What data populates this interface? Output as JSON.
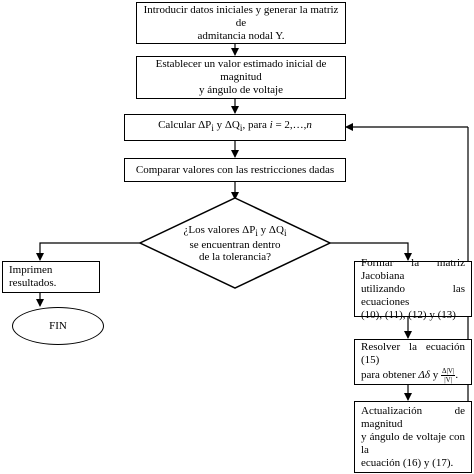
{
  "nodes": {
    "step1": {
      "line1": "Introducir datos iniciales y generar la matriz de",
      "line2": "admitancia nodal Y."
    },
    "step2": {
      "line1": "Establecer un valor estimado inicial de magnitud",
      "line2": "y ángulo de voltaje"
    },
    "step3": {
      "prefix": "Calcular",
      "dp": "ΔP",
      "sub_i": "i",
      "conj": "y",
      "dq": "ΔQ",
      "suffix": ", para",
      "i_var": "i",
      "range": " = 2,…,",
      "n_var": "n"
    },
    "step4": {
      "text": "Comparar valores con las restricciones dadas"
    },
    "decision": {
      "line1_pre": "¿Los valores",
      "line1_mid": "y",
      "line2": "se encuentran dentro",
      "line3": "de la tolerancia?"
    },
    "yes_branch": {
      "text": "Imprimen resultados."
    },
    "end": {
      "text": "FIN"
    },
    "jacobian": {
      "line1": "Formar la matriz Jacobiana",
      "line2": "utilizando las ecuaciones",
      "line3": "(10), (11), (12) y (13)"
    },
    "solve": {
      "line1": "Resolver la ecuación (15)",
      "line2_pre": "para obtener",
      "delta": "Δδ",
      "conj": "y",
      "frac_num": "Δ|V|",
      "frac_den": "|V|",
      "end": "."
    },
    "update": {
      "line1": "Actualización de magnitud",
      "line2": "y ángulo de voltaje con la",
      "line3": "ecuación (16) y (17)."
    }
  }
}
